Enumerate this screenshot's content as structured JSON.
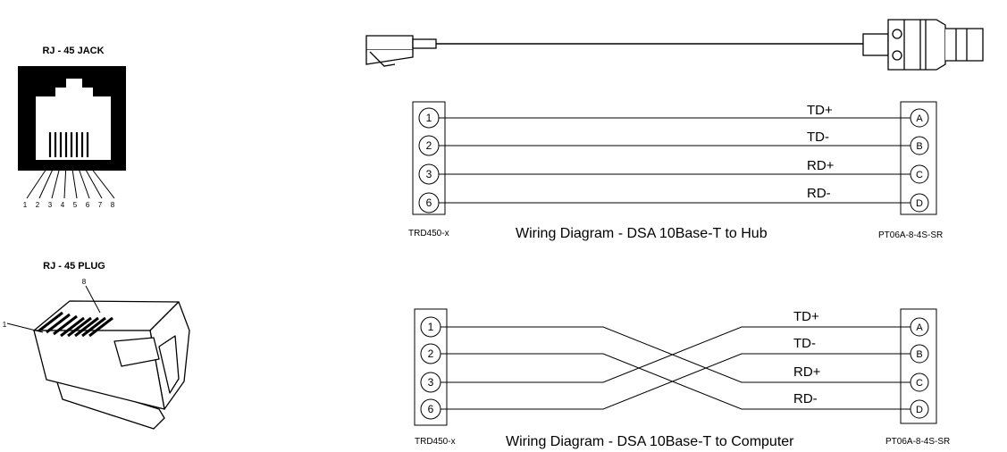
{
  "jack": {
    "title": "RJ - 45 JACK",
    "pins": [
      "1",
      "2",
      "3",
      "4",
      "5",
      "6",
      "7",
      "8"
    ]
  },
  "plug": {
    "title": "RJ - 45 PLUG",
    "pin_first": "1",
    "pin_last": "8"
  },
  "hub_diagram": {
    "caption": "Wiring Diagram - DSA 10Base-T to Hub",
    "left_part": "TRD450-x",
    "right_part": "PT06A-8-4S-SR",
    "left_pins": [
      "1",
      "2",
      "3",
      "6"
    ],
    "right_pins": [
      "A",
      "B",
      "C",
      "D"
    ],
    "signals": [
      "TD+",
      "TD-",
      "RD+",
      "RD-"
    ]
  },
  "computer_diagram": {
    "caption": "Wiring Diagram - DSA 10Base-T to Computer",
    "left_part": "TRD450-x",
    "right_part": "PT06A-8-4S-SR",
    "left_pins": [
      "1",
      "2",
      "3",
      "6"
    ],
    "right_pins": [
      "A",
      "B",
      "C",
      "D"
    ],
    "signals": [
      "TD+",
      "TD-",
      "RD+",
      "RD-"
    ]
  }
}
